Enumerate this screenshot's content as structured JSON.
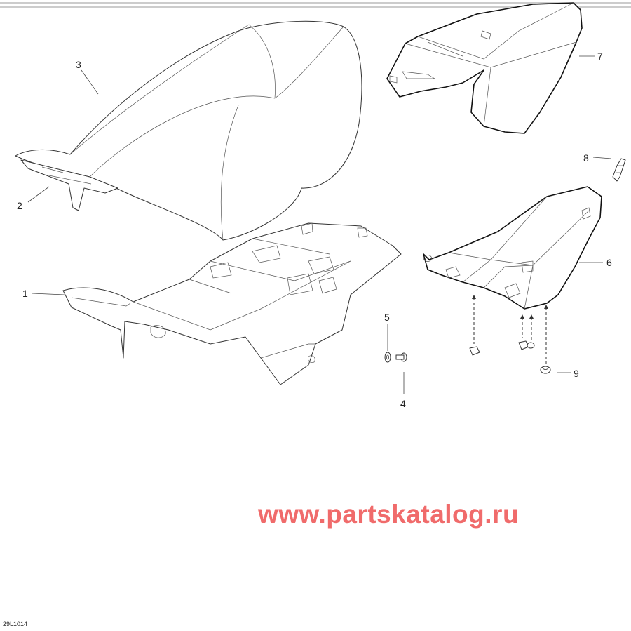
{
  "figure_code": "29L1014",
  "watermark": "www.partskatalog.ru",
  "callouts": [
    "1",
    "2",
    "3",
    "4",
    "5",
    "6",
    "7",
    "8",
    "9"
  ]
}
